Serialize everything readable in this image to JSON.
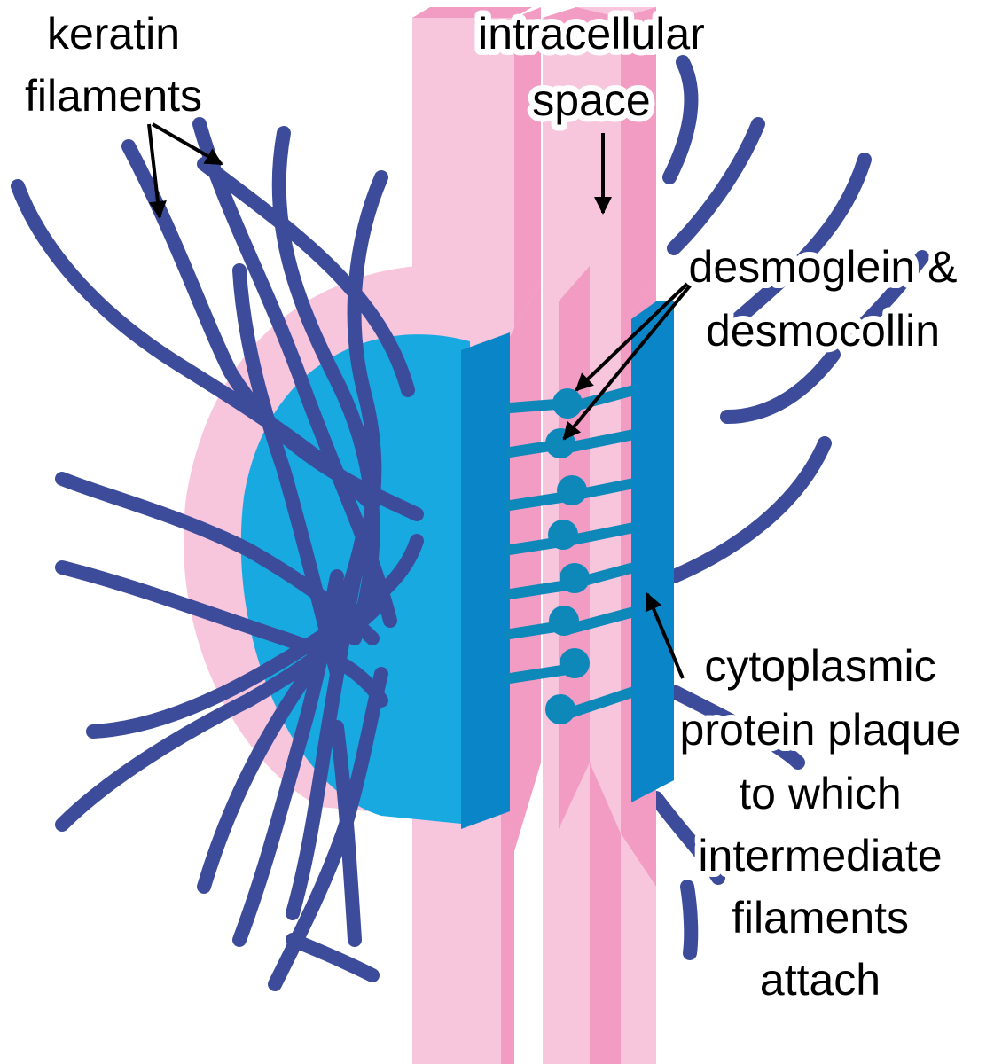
{
  "labels": {
    "keratin": [
      "keratin",
      "filaments"
    ],
    "intracellular": [
      "intracellular",
      "space"
    ],
    "desmoglein": [
      "desmoglein &",
      "desmocollin"
    ],
    "plaque": [
      "cytoplasmic",
      "protein plaque",
      "to which",
      "intermediate",
      "filaments",
      "attach"
    ]
  },
  "colors": {
    "membrane_light": "#f7c6dd",
    "membrane_mid": "#f29bc3",
    "plaque_light": "#19a9e1",
    "plaque_dark": "#0a86c8",
    "cadherin": "#0d88b8",
    "filament": "#3d4c9a",
    "arrow": "#000000"
  }
}
